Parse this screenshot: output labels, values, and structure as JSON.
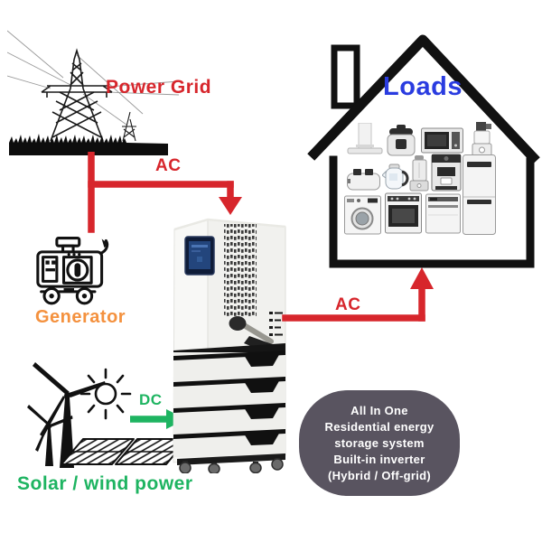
{
  "nodes": {
    "power_grid": {
      "label": "Power Grid"
    },
    "generator": {
      "label": "Generator"
    },
    "solar_wind": {
      "label": "Solar / wind power"
    },
    "loads": {
      "label": "Loads"
    }
  },
  "connections": {
    "grid_generator_to_unit": {
      "label": "AC"
    },
    "unit_to_loads": {
      "label": "AC"
    },
    "solar_wind_to_unit": {
      "label": "DC"
    }
  },
  "callout": {
    "lines": [
      "All In One",
      "Residential energy",
      "storage system",
      "Built-in inverter",
      "(Hybrid / Off-grid)"
    ]
  },
  "colors": {
    "ac_red": "#d7262c",
    "dc_green": "#1eb461",
    "loads_blue": "#2a3ce0",
    "generator_orange": "#f4913e",
    "callout_bg": "#595460",
    "callout_text": "#ffffff"
  },
  "icons": [
    "transmission-tower-icon",
    "generator-icon",
    "wind-turbine-icon",
    "sun-icon",
    "solar-panel-icon",
    "house-outline-icon",
    "battery-tower-icon"
  ],
  "appliances": [
    "range-hood",
    "multicooker",
    "microwave",
    "food-processor",
    "toaster",
    "kettle",
    "blender",
    "coffee-machine",
    "refrigerator",
    "washing-machine",
    "oven",
    "dishwasher"
  ]
}
